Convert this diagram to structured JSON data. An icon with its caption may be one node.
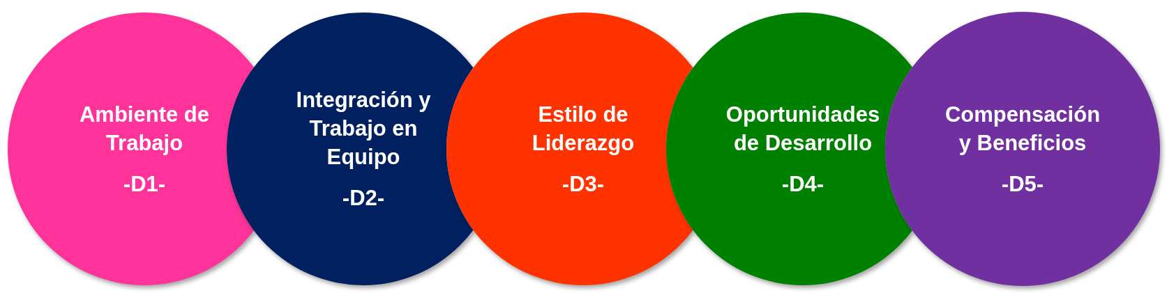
{
  "diagram": {
    "nodes": [
      {
        "text": [
          "Ambiente de Trabajo",
          "-D1-"
        ]
      },
      {
        "text": [
          "Integración y Trabajo en Equipo",
          "-D2-"
        ]
      },
      {
        "text": [
          "Estilo de Liderazgo",
          "-D3-"
        ]
      },
      {
        "text": [
          "Oportunidades de Desarrollo",
          "-D4-"
        ]
      },
      {
        "text": [
          "Compensación y Beneficios",
          "-D5-"
        ]
      }
    ]
  }
}
